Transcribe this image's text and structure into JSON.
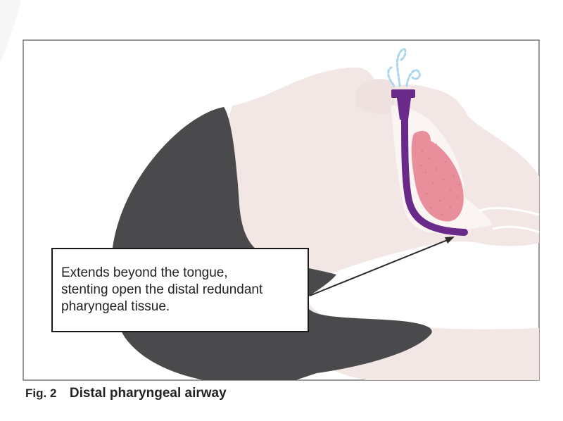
{
  "callout": {
    "lines": [
      "Extends beyond the tongue,",
      "stenting open the distal redundant",
      "pharyngeal tissue."
    ]
  },
  "caption": {
    "label": "Fig. 2",
    "title": "Distal pharyngeal airway"
  },
  "colors": {
    "frame": "#555555",
    "head_skin": "#f3e7e5",
    "hair": "#4a4a4c",
    "airway_device": "#6a2a8a",
    "tongue": "#e98e9b",
    "oxygen_flow": "#a9d6ee",
    "arrow": "#2a2a2a"
  },
  "icons": [
    "oxygen-flow-icon"
  ]
}
